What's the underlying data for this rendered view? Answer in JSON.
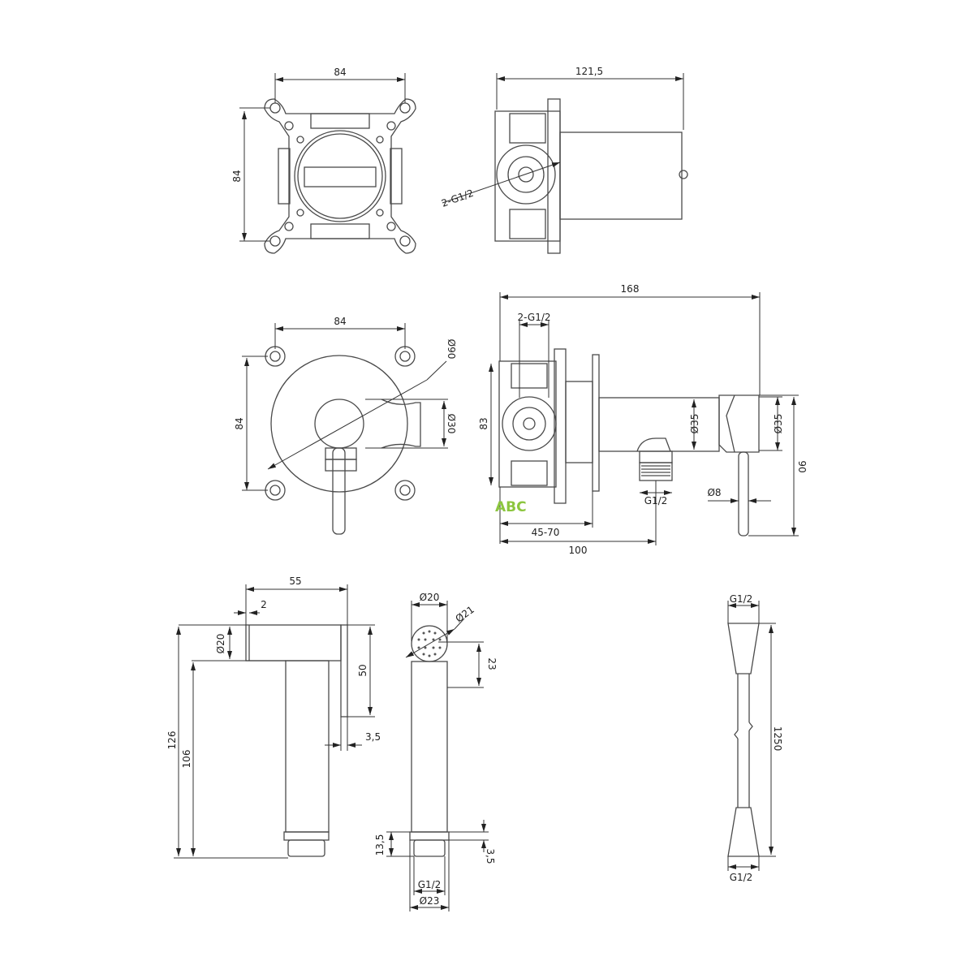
{
  "watermark": "ABC",
  "views": {
    "mount_front": {
      "width": "84",
      "height": "84"
    },
    "mount_side": {
      "length": "121,5",
      "connection": "2-G1/2"
    },
    "valve_front": {
      "width": "84",
      "height": "84",
      "plate_diameter": "Ø90",
      "handle_diameter": "Ø30"
    },
    "valve_side": {
      "total_length": "168",
      "connection": "2-G1/2",
      "body_height": "83",
      "pipe_diameter": "Ø35",
      "holder_diameter": "Ø35",
      "holder_height": "90",
      "rod_diameter": "Ø8",
      "outlet_thread": "G1/2",
      "wall_depth": "45-70",
      "outlet_distance": "100"
    },
    "handshower_side": {
      "length": "55",
      "lever_thickness": "2",
      "head_diameter": "Ø20",
      "total_height": "126",
      "body_height": "106",
      "lever_length": "50",
      "lever_gap": "3,5"
    },
    "handshower_front": {
      "head_diameter": "Ø20",
      "spray_diameter": "Ø21",
      "head_height": "23",
      "collar_height": "13,5",
      "thread_height": "3,5",
      "thread": "G1/2",
      "collar_diameter": "Ø23"
    },
    "hose": {
      "top_thread": "G1/2",
      "length": "1250",
      "bottom_thread": "G1/2"
    }
  }
}
